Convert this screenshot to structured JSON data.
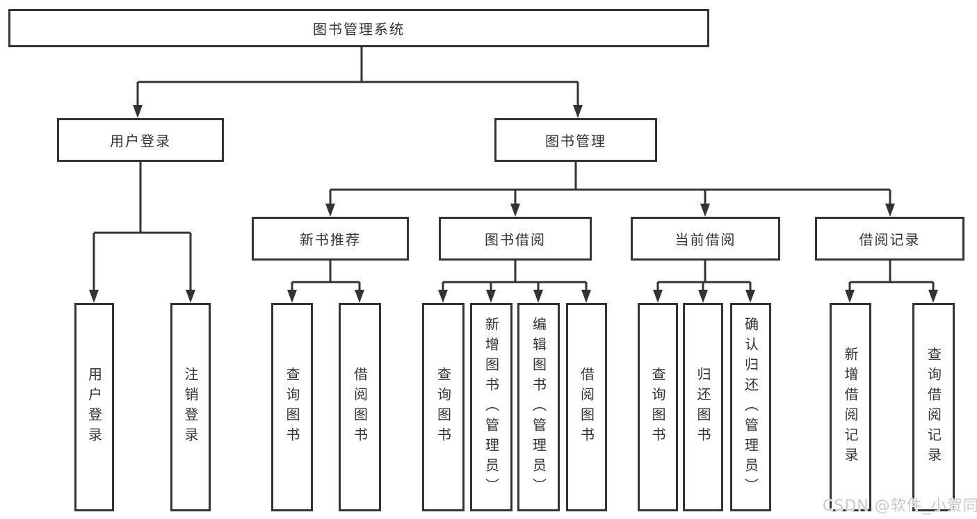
{
  "colors": {
    "line": "#333333",
    "box_border": "#333333",
    "text": "#333333",
    "background": "#ffffff",
    "watermark": "#c9c9c9"
  },
  "watermark": {
    "text": "CSDN @软件_小贺同学"
  },
  "tree": {
    "root": {
      "label": "图书管理系统",
      "children": [
        {
          "label": "用户登录",
          "children": [
            {
              "label": "用户登录"
            },
            {
              "label": "注销登录"
            }
          ]
        },
        {
          "label": "图书管理",
          "children": [
            {
              "label": "新书推荐",
              "children": [
                {
                  "label": "查询图书"
                },
                {
                  "label": "借阅图书"
                }
              ]
            },
            {
              "label": "图书借阅",
              "children": [
                {
                  "label": "查询图书"
                },
                {
                  "label": "新增图书（管理员）"
                },
                {
                  "label": "编辑图书（管理员）"
                },
                {
                  "label": "借阅图书"
                }
              ]
            },
            {
              "label": "当前借阅",
              "children": [
                {
                  "label": "查询图书"
                },
                {
                  "label": "归还图书"
                },
                {
                  "label": "确认归还（管理员）"
                }
              ]
            },
            {
              "label": "借阅记录",
              "children": [
                {
                  "label": "新增借阅记录"
                },
                {
                  "label": "查询借阅记录"
                }
              ]
            }
          ]
        }
      ]
    }
  }
}
